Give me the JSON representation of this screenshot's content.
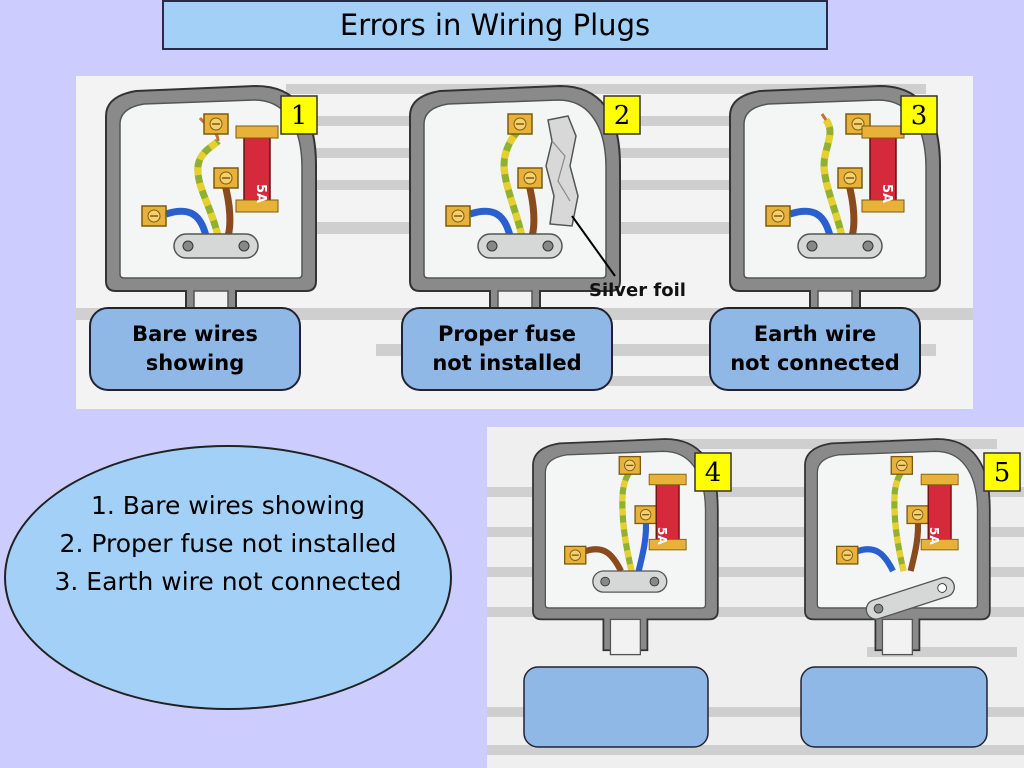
{
  "title": "Errors in Wiring Plugs",
  "top_panel": {
    "plugs": [
      {
        "number": "1",
        "fuse_label": "5A",
        "caption_line1": "Bare wires",
        "caption_line2": "showing"
      },
      {
        "number": "2",
        "fuse_label": "",
        "caption_line1": "Proper fuse",
        "caption_line2": "not installed"
      },
      {
        "number": "3",
        "fuse_label": "5A",
        "caption_line1": "Earth wire",
        "caption_line2": "not connected"
      }
    ],
    "silver_foil_label": "Silver foil"
  },
  "bottom_panel": {
    "plugs": [
      {
        "number": "4",
        "fuse_label": "5A"
      },
      {
        "number": "5",
        "fuse_label": "5A"
      }
    ]
  },
  "summary": {
    "line1": "1. Bare wires showing",
    "line2": "2. Proper fuse not installed",
    "line3": "3. Earth wire not connected"
  },
  "colors": {
    "background": "#ccccff",
    "title_fill": "#a3d0f7",
    "number_badge": "#ffff00",
    "caption_box": "#8fb8e6",
    "fuse_red": "#d42a3c",
    "terminal_brass": "#e8b23a",
    "wire_brown": "#8a4a1c",
    "wire_blue": "#2a5fd0",
    "wire_earth": "#8fb030"
  }
}
